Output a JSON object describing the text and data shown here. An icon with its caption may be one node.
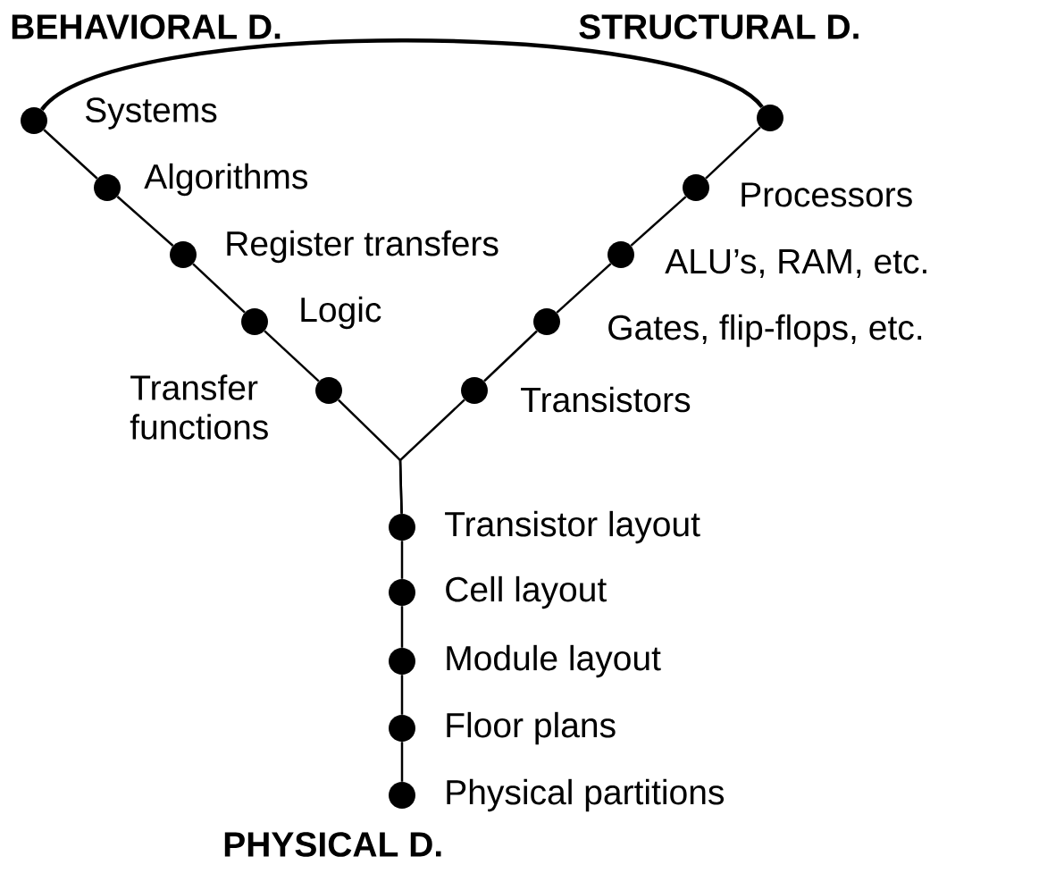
{
  "diagram": {
    "nodes": [
      {
        "text": [],
        "shape": "circle",
        "beside": [
          "Systems"
        ]
      },
      {
        "text": [],
        "shape": "circle",
        "beside": [
          "Algorithms"
        ]
      },
      {
        "text": [],
        "shape": "circle",
        "beside": [
          "Register transfers"
        ]
      },
      {
        "text": [],
        "shape": "circle",
        "beside": [
          "Logic"
        ]
      },
      {
        "text": [],
        "shape": "circle",
        "beside": [
          "Transfer functions"
        ]
      },
      {
        "text": [],
        "shape": "circle"
      },
      {
        "text": [],
        "shape": "circle",
        "beside": [
          "Processors"
        ]
      },
      {
        "text": [],
        "shape": "circle",
        "beside": [
          "ALU’s, RAM, etc."
        ]
      },
      {
        "text": [],
        "shape": "circle",
        "beside": [
          "Gates, flip-flops, etc."
        ]
      },
      {
        "text": [],
        "shape": "circle",
        "beside": [
          "Transistors"
        ]
      },
      {
        "text": [],
        "shape": "circle",
        "beside": [
          "Transistor layout"
        ]
      },
      {
        "text": [],
        "shape": "circle",
        "beside": [
          "Cell layout"
        ]
      },
      {
        "text": [],
        "shape": "circle",
        "beside": [
          "Module layout"
        ]
      },
      {
        "text": [],
        "shape": "circle",
        "beside": [
          "Floor plans"
        ]
      },
      {
        "text": [],
        "shape": "circle",
        "beside": [
          "Physical partitions"
        ]
      }
    ],
    "edges": [
      {
        "from": 0,
        "to": 5,
        "arrow": "none",
        "style": "thick"
      },
      {
        "from": 0,
        "to": 1,
        "arrow": "none"
      },
      {
        "from": 1,
        "to": 2,
        "arrow": "none"
      },
      {
        "from": 2,
        "to": 3,
        "arrow": "none"
      },
      {
        "from": 3,
        "to": 4,
        "arrow": "none"
      },
      {
        "from": 4,
        "to": 10,
        "arrow": "none"
      },
      {
        "from": 5,
        "to": 6,
        "arrow": "none"
      },
      {
        "from": 6,
        "to": 7,
        "arrow": "none"
      },
      {
        "from": 7,
        "to": 8,
        "arrow": "none"
      },
      {
        "from": 8,
        "to": 9,
        "arrow": "none"
      },
      {
        "from": 9,
        "to": 10,
        "arrow": "none"
      },
      {
        "from": 10,
        "to": 11,
        "arrow": "none"
      },
      {
        "from": 11,
        "to": 12,
        "arrow": "none"
      },
      {
        "from": 12,
        "to": 13,
        "arrow": "none"
      },
      {
        "from": 13,
        "to": 14,
        "arrow": "none"
      }
    ],
    "labels": [
      "BEHAVIORAL D.",
      "STRUCTURAL D.",
      "PHYSICAL D."
    ]
  }
}
